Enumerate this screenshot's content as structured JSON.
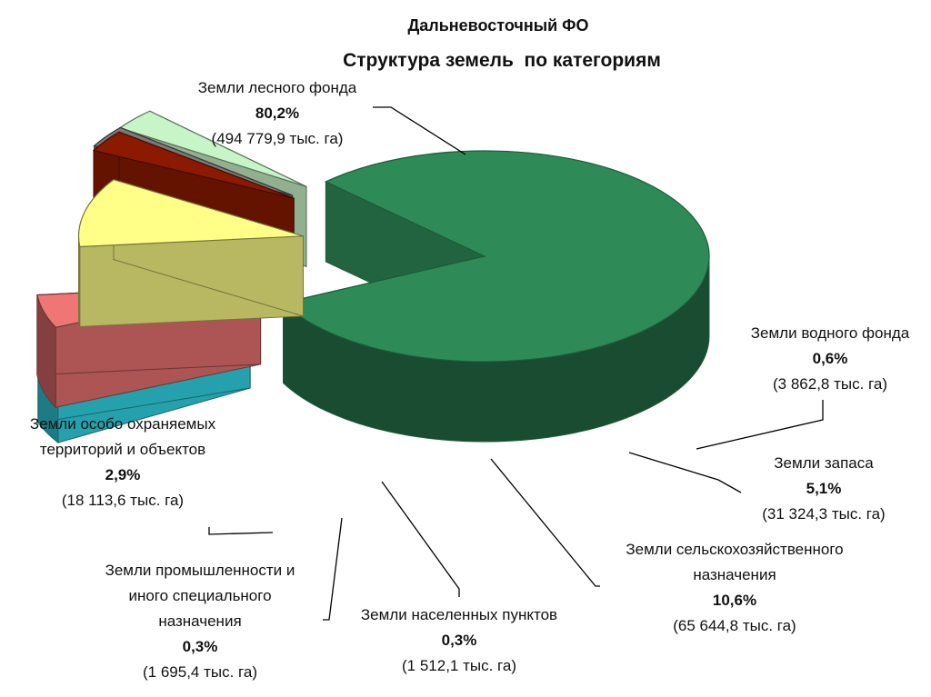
{
  "chart_data": {
    "type": "pie",
    "title": "Дальневосточный ФО",
    "subtitle": "Структура земель  по категориям",
    "slices": [
      {
        "label": "Земли лесного фонда",
        "label_lines": [
          "Земли лесного фонда"
        ],
        "percent_text": "80,2%",
        "percent": 80.2,
        "area_text": "(494 779,9 тыс. га)",
        "area": 494779.9,
        "color": "#2e8b57"
      },
      {
        "label": "Земли водного фонда",
        "label_lines": [
          "Земли водного фонда"
        ],
        "percent_text": "0,6%",
        "percent": 0.6,
        "area_text": "(3 862,8 тыс. га)",
        "area": 3862.8,
        "color": "#33e0f0"
      },
      {
        "label": "Земли запаса",
        "label_lines": [
          "Земли запаса"
        ],
        "percent_text": "5,1%",
        "percent": 5.1,
        "area_text": "(31 324,3 тыс. га)",
        "area": 31324.3,
        "color": "#f07575"
      },
      {
        "label": "Земли сельскохозяйственного назначения",
        "label_lines": [
          "Земли сельскохозяйственного",
          "назначения"
        ],
        "percent_text": "10,6%",
        "percent": 10.6,
        "area_text": "(65 644,8 тыс. га)",
        "area": 65644.8,
        "color": "#ffff88"
      },
      {
        "label": "Земли населенных пунктов",
        "label_lines": [
          "Земли населенных пунктов"
        ],
        "percent_text": "0,3%",
        "percent": 0.3,
        "area_text": "(1 512,1 тыс. га)",
        "area": 1512.1,
        "color": "#8b1a00"
      },
      {
        "label": "Земли промышленности и иного специального назначения",
        "label_lines": [
          "Земли промышленности и",
          "иного специального",
          "назначения"
        ],
        "percent_text": "0,3%",
        "percent": 0.3,
        "area_text": "(1 695,4 тыс. га)",
        "area": 1695.4,
        "color": "#7a7a7a"
      },
      {
        "label": "Земли особо охраняемых территорий и объектов",
        "label_lines": [
          "Земли особо охраняемых",
          "территорий и объектов"
        ],
        "percent_text": "2,9%",
        "percent": 2.9,
        "area_text": "(18 113,6 тыс. га)",
        "area": 18113.6,
        "color": "#c8f5c8"
      }
    ]
  }
}
